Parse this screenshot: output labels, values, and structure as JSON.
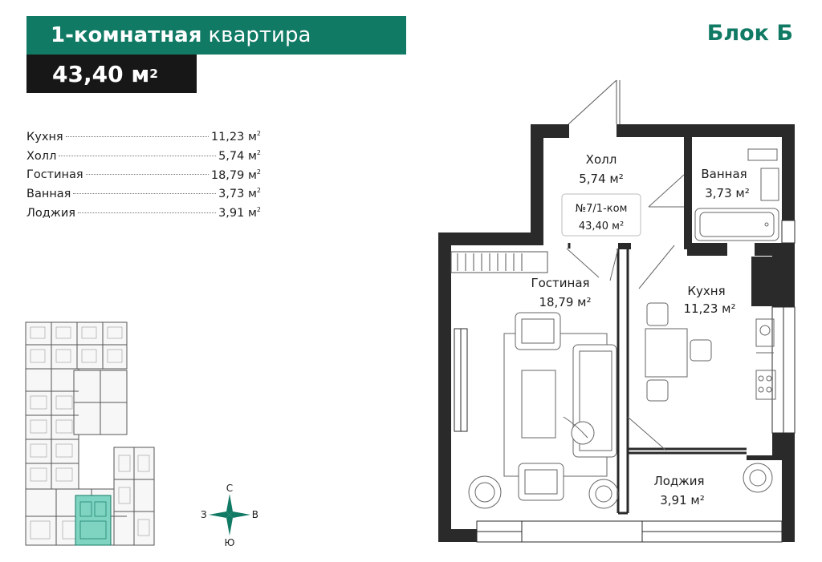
{
  "header": {
    "title_bold": "1-комнатная",
    "title_light": "квартира",
    "area_value": "43,40 м",
    "area_sup": "2",
    "block": "Блок Б"
  },
  "rooms": [
    {
      "name": "Кухня",
      "area": "11,23 м",
      "sup": "2"
    },
    {
      "name": "Холл",
      "area": "5,74 м",
      "sup": "2"
    },
    {
      "name": "Гостиная",
      "area": "18,79 м",
      "sup": "2"
    },
    {
      "name": "Ванная",
      "area": "3,73 м",
      "sup": "2"
    },
    {
      "name": "Лоджия",
      "area": "3,91 м",
      "sup": "2"
    }
  ],
  "plan": {
    "hall_label": "Холл",
    "hall_area": "5,74 м²",
    "unit_badge_code": "№7/1-ком",
    "unit_badge_area": "43,40 м²",
    "bath_label": "Ванная",
    "bath_area": "3,73 м²",
    "living_label": "Гостиная",
    "living_area": "18,79 м²",
    "kitchen_label": "Кухня",
    "kitchen_area": "11,23 м²",
    "loggia_label": "Лоджия",
    "loggia_area": "3,91 м²"
  },
  "compass": {
    "north": "С",
    "south": "Ю",
    "west": "З",
    "east": "В"
  },
  "colors": {
    "accent": "#117a64",
    "dark": "#171717",
    "wall": "#2a2a2a",
    "highlight": "#7fd3c1"
  }
}
